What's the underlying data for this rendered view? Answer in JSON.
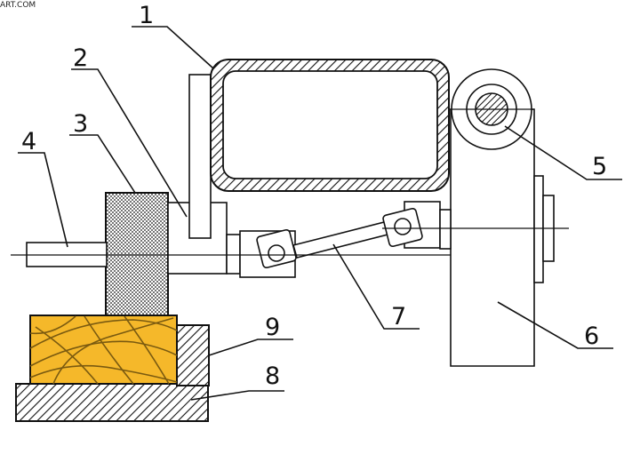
{
  "watermark": "ART.COM",
  "labels": {
    "l1": "1",
    "l2": "2",
    "l3": "3",
    "l4": "4",
    "l5": "5",
    "l6": "6",
    "l7": "7",
    "l8": "8",
    "l9": "9"
  },
  "colors": {
    "wood_fill": "#f5b82a",
    "wood_grain": "#7a5a10",
    "hatch": "#111111",
    "line": "#111111",
    "background": "#ffffff"
  }
}
